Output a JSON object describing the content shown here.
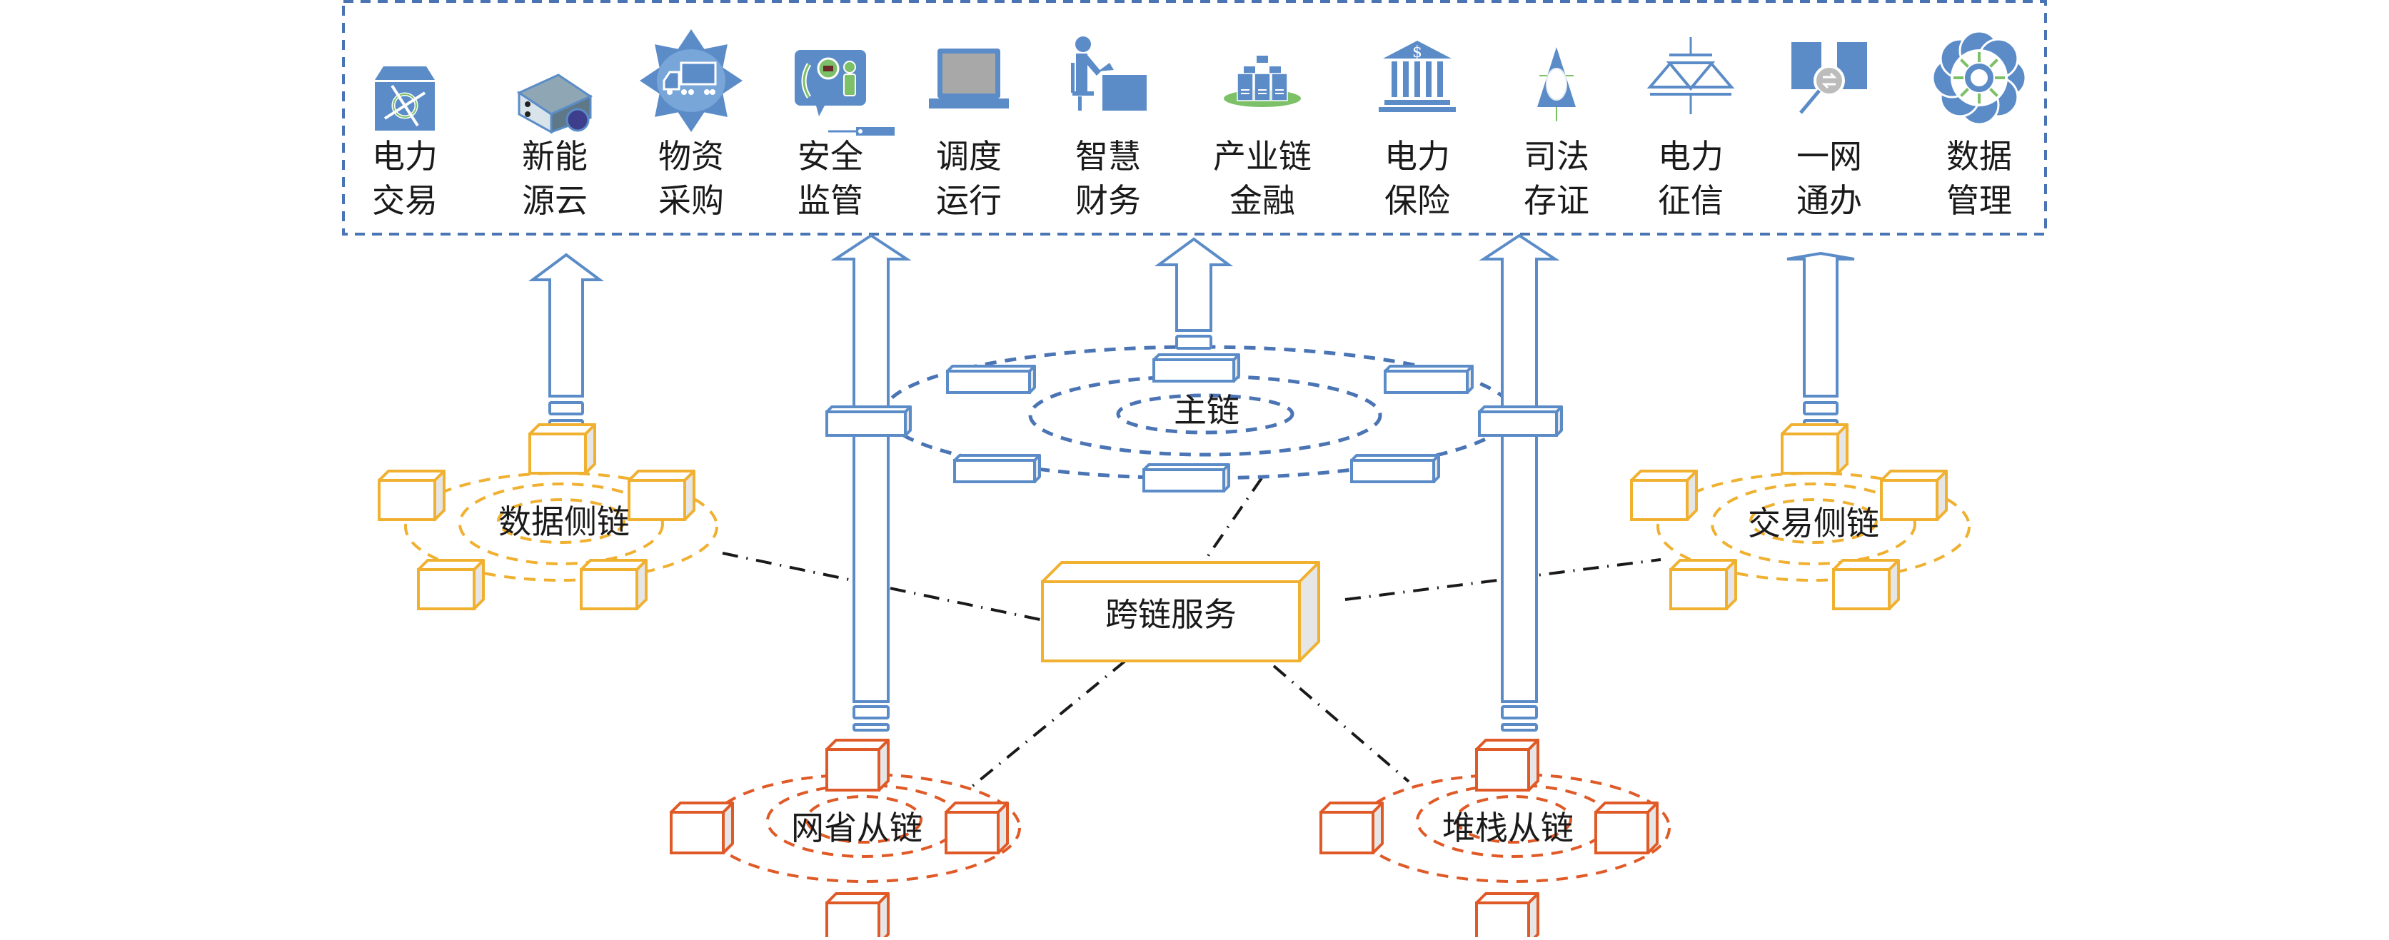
{
  "figure": {
    "description": "Blockchain architecture: main chain, side chains, slave chains, cross-chain service, and application layer"
  },
  "colors": {
    "blue": "#5b8cc8",
    "blue_dark": "#4a74b4",
    "orange": "#f0b030",
    "red": "#e05a28",
    "side_face": "#e6e6e6",
    "green": "#7cc068",
    "connector": "#1a1a1a"
  },
  "application_layer": {
    "items": [
      {
        "icon": "power-trading-icon",
        "line1": "电力",
        "line2": "交易"
      },
      {
        "icon": "server-cloud-icon",
        "line1": "新能",
        "line2": "源云"
      },
      {
        "icon": "truck-star-icon",
        "line1": "物资",
        "line2": "采购"
      },
      {
        "icon": "security-monitor-icon",
        "line1": "安全",
        "line2": "监管"
      },
      {
        "icon": "laptop-icon",
        "line1": "调度",
        "line2": "运行"
      },
      {
        "icon": "finance-worker-icon",
        "line1": "智慧",
        "line2": "财务"
      },
      {
        "icon": "server-cluster-icon",
        "line1": "产业链",
        "line2": "金融"
      },
      {
        "icon": "bank-building-icon",
        "line1": "电力",
        "line2": "保险"
      },
      {
        "icon": "justice-triangle-icon",
        "line1": "司法",
        "line2": "存证"
      },
      {
        "icon": "credit-symbol-icon",
        "line1": "电力",
        "line2": "征信"
      },
      {
        "icon": "one-network-search-icon",
        "line1": "一网",
        "line2": "通办"
      },
      {
        "icon": "data-flower-icon",
        "line1": "数据",
        "line2": "管理"
      }
    ]
  },
  "chains": {
    "main": {
      "label": "主链"
    },
    "data_side": {
      "label": "数据侧链"
    },
    "trade_side": {
      "label": "交易侧链"
    },
    "grid_slave": {
      "label": "网省从链"
    },
    "stack_slave": {
      "label": "堆栈从链"
    },
    "cross_chain": {
      "label": "跨链服务"
    }
  }
}
